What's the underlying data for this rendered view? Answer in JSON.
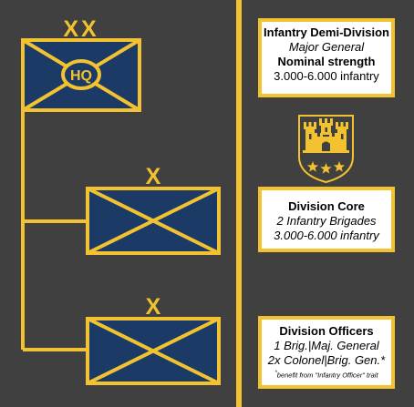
{
  "colors": {
    "background": "#404040",
    "accent": "#f2c230",
    "unit_fill": "#1c3a66",
    "text_box": "#ffffff"
  },
  "hq_unit": {
    "size_marker": "XX",
    "label": "HQ"
  },
  "brigade_units": [
    {
      "size_marker": "X"
    },
    {
      "size_marker": "X"
    }
  ],
  "info_boxes": {
    "division": {
      "title": "Infantry Demi-Division",
      "commander": "Major General",
      "strength_heading": "Nominal strength",
      "strength_value": "3.000-6.000 infantry"
    },
    "core": {
      "title": "Division Core",
      "brigades": "2 Infantry Brigades",
      "strength": "3.000-6.000 infantry"
    },
    "officers": {
      "title": "Division Officers",
      "line1": "1 Brig.|Maj. General",
      "line2": "2x Colonel|Brig. Gen.*",
      "footnote_mark": "*",
      "footnote": "benefit from \"Infantry Officer\" trait"
    }
  },
  "insignia": {
    "name": "castle-with-three-stars-icon",
    "stars": 3
  }
}
